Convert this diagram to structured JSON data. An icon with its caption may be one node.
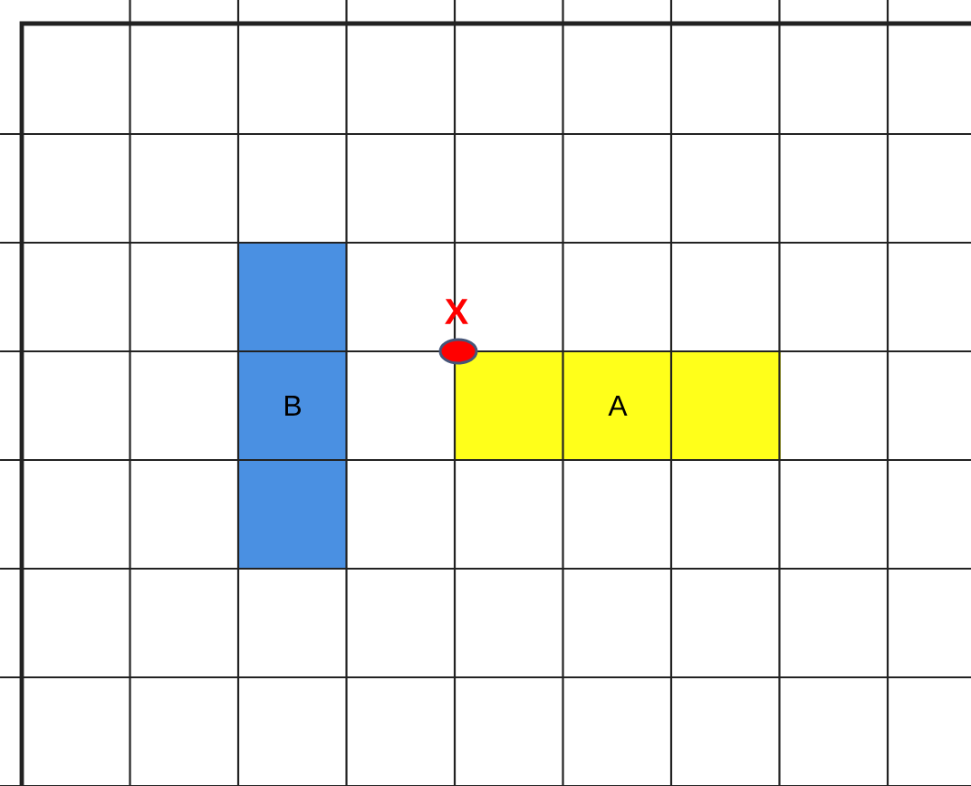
{
  "diagram": {
    "nodes": [
      {
        "text": [
          "B"
        ]
      },
      {
        "text": [
          "A"
        ]
      }
    ],
    "labels": [
      "X"
    ]
  }
}
